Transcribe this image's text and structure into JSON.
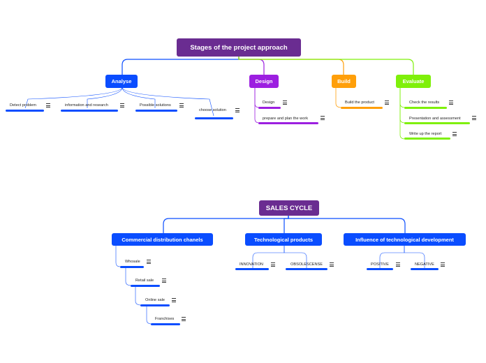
{
  "maps": [
    {
      "title": "Stages of the project approach",
      "branches": [
        {
          "label": "Analyse",
          "color": "#0a4dff",
          "children": [
            "Detect problem",
            "information and research",
            "Possible solutions",
            "choose solution"
          ]
        },
        {
          "label": "Design",
          "color": "#9c1fe0",
          "children": [
            "Design",
            "prepare and plan the work"
          ]
        },
        {
          "label": "Build",
          "color": "#ff9f0a",
          "children": [
            "Build the product"
          ]
        },
        {
          "label": "Evaluate",
          "color": "#7ff00a",
          "children": [
            "Check the results",
            "Presentation and assessment",
            "Write up the report"
          ]
        }
      ]
    },
    {
      "title": "SALES CYCLE",
      "branches": [
        {
          "label": "Commercial distribution chanels",
          "color": "#0a4dff",
          "children": [
            "Whosale",
            "Retail sale",
            "Online sale",
            "Franchises"
          ]
        },
        {
          "label": "Technological products",
          "color": "#0a4dff",
          "children": [
            "INNOVATION",
            "OBSOLESCENSE"
          ]
        },
        {
          "label": "Influence of technological development",
          "color": "#0a4dff",
          "children": [
            "POSITIVE",
            "NEGATIVE"
          ]
        }
      ]
    }
  ],
  "root_color": "#6a2c91"
}
